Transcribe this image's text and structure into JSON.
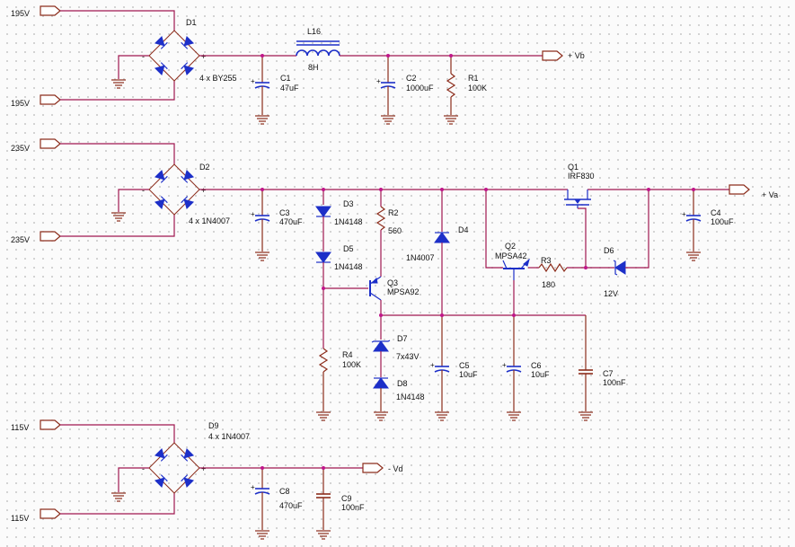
{
  "ports": {
    "in1_top": "195V",
    "in1_bot": "195V",
    "in2_top": "235V",
    "in2_bot": "235V",
    "in3_top": "115V",
    "in3_bot": "115V",
    "out_b": "+ Vb",
    "out_a": "+ Va",
    "out_d": "- Vd"
  },
  "components": {
    "D1": {
      "ref": "D1",
      "value": "4 x BY255"
    },
    "L16": {
      "ref": "L16",
      "value": "8H"
    },
    "C1": {
      "ref": "C1",
      "value": "47uF"
    },
    "C2": {
      "ref": "C2",
      "value": "1000uF"
    },
    "R1": {
      "ref": "R1",
      "value": "100K"
    },
    "D2": {
      "ref": "D2",
      "value": "4 x 1N4007"
    },
    "C3": {
      "ref": "C3",
      "value": "470uF"
    },
    "D3": {
      "ref": "D3",
      "value": "1N4148"
    },
    "D5": {
      "ref": "D5",
      "value": "1N4148"
    },
    "R2": {
      "ref": "R2",
      "value": "560"
    },
    "D4": {
      "ref": "D4",
      "value": "1N4007"
    },
    "Q1": {
      "ref": "Q1",
      "value": "IRF830"
    },
    "Q2": {
      "ref": "Q2",
      "value": "MPSA42"
    },
    "R3": {
      "ref": "R3",
      "value": "180"
    },
    "D6": {
      "ref": "D6",
      "value": "12V"
    },
    "C4": {
      "ref": "C4",
      "value": "100uF"
    },
    "Q3": {
      "ref": "Q3",
      "value": "MPSA92"
    },
    "R4": {
      "ref": "R4",
      "value": "100K"
    },
    "D7": {
      "ref": "D7",
      "value": "7x43V"
    },
    "D8": {
      "ref": "D8",
      "value": "1N4148"
    },
    "C5": {
      "ref": "C5",
      "value": "10uF"
    },
    "C6": {
      "ref": "C6",
      "value": "10uF"
    },
    "C7": {
      "ref": "C7",
      "value": "100nF"
    },
    "D9": {
      "ref": "D9",
      "value": "4 x 1N4007"
    },
    "C8": {
      "ref": "C8",
      "value": "470uF"
    },
    "C9": {
      "ref": "C9",
      "value": "100nF"
    }
  }
}
